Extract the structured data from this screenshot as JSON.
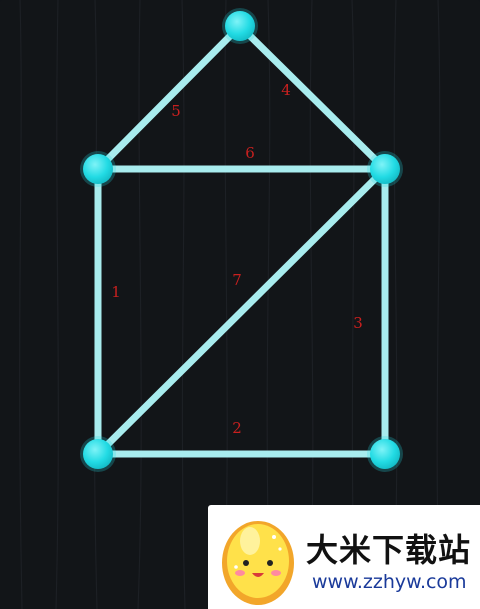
{
  "puzzle": {
    "nodes": [
      {
        "id": "top"
      },
      {
        "id": "upper-left"
      },
      {
        "id": "upper-right"
      },
      {
        "id": "lower-left"
      },
      {
        "id": "lower-right"
      }
    ],
    "edges": [
      {
        "from": "upper-left",
        "to": "lower-left",
        "label": "1"
      },
      {
        "from": "lower-left",
        "to": "lower-right",
        "label": "2"
      },
      {
        "from": "upper-right",
        "to": "lower-right",
        "label": "3"
      },
      {
        "from": "top",
        "to": "upper-right",
        "label": "4"
      },
      {
        "from": "top",
        "to": "upper-left",
        "label": "5"
      },
      {
        "from": "upper-left",
        "to": "upper-right",
        "label": "6"
      },
      {
        "from": "upper-right",
        "to": "lower-left",
        "label": "7"
      }
    ],
    "colors": {
      "node": "#22dbe4",
      "edge": "#a8ecee",
      "label": "#c8201f",
      "background": "#111418"
    }
  },
  "watermark": {
    "title": "大米下载站",
    "url": "www.zzhyw.com",
    "mascot": "egg-mascot-icon"
  }
}
